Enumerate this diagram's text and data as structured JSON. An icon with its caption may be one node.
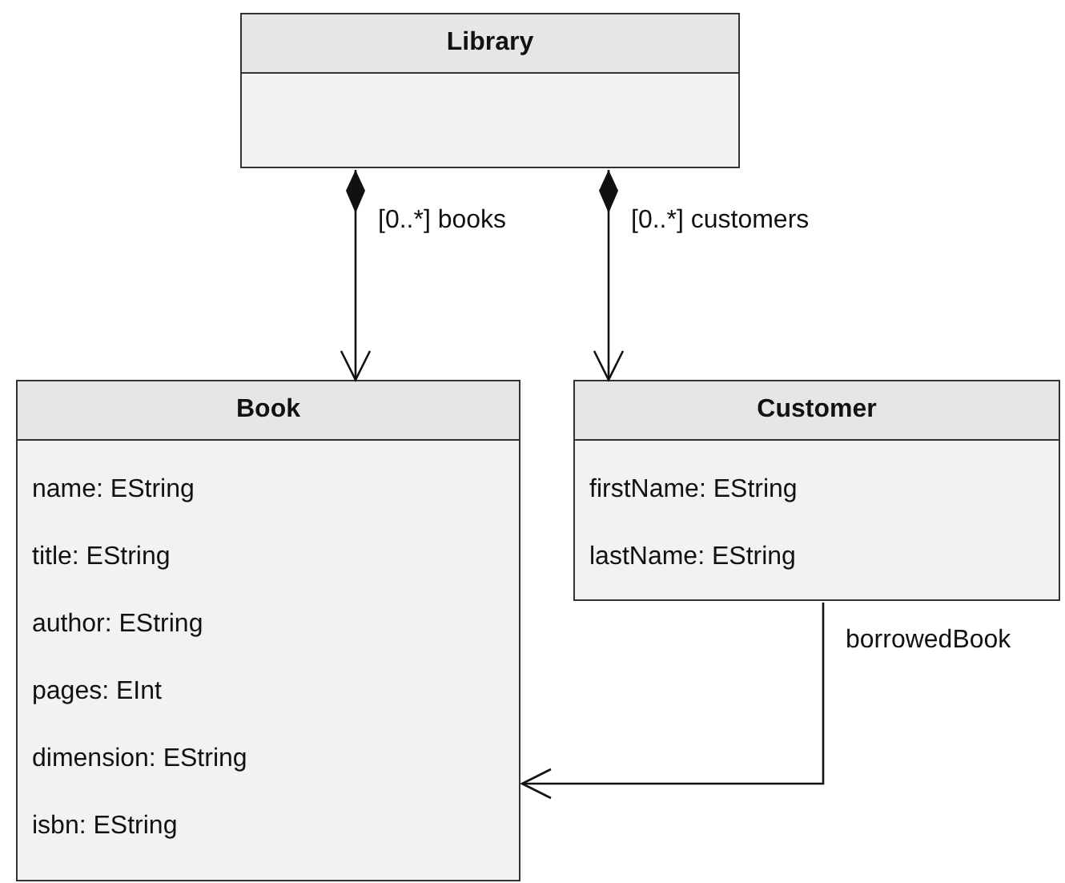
{
  "diagram": {
    "nodes": [
      {
        "text": [
          "Library"
        ]
      },
      {
        "text": [
          "Book",
          "name: EString",
          "title: EString",
          "author: EString",
          "pages: EInt",
          "dimension: EString",
          "isbn: EString"
        ]
      },
      {
        "text": [
          "Customer",
          "firstName: EString",
          "lastName: EString"
        ]
      }
    ],
    "edges": [
      {
        "from": 0,
        "to": 1,
        "arrow": "to",
        "label": "[0..*] books"
      },
      {
        "from": 0,
        "to": 2,
        "arrow": "to",
        "label": "[0..*] customers"
      },
      {
        "from": 2,
        "to": 1,
        "arrow": "to",
        "label": "borrowedBook"
      }
    ]
  }
}
